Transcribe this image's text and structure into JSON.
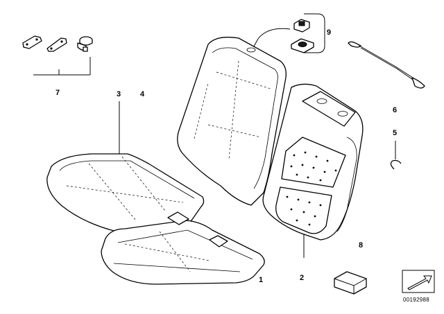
{
  "diagram": {
    "callouts": [
      "1",
      "2",
      "3",
      "4",
      "5",
      "6",
      "7",
      "8",
      "9"
    ],
    "document_id": "00192988"
  }
}
